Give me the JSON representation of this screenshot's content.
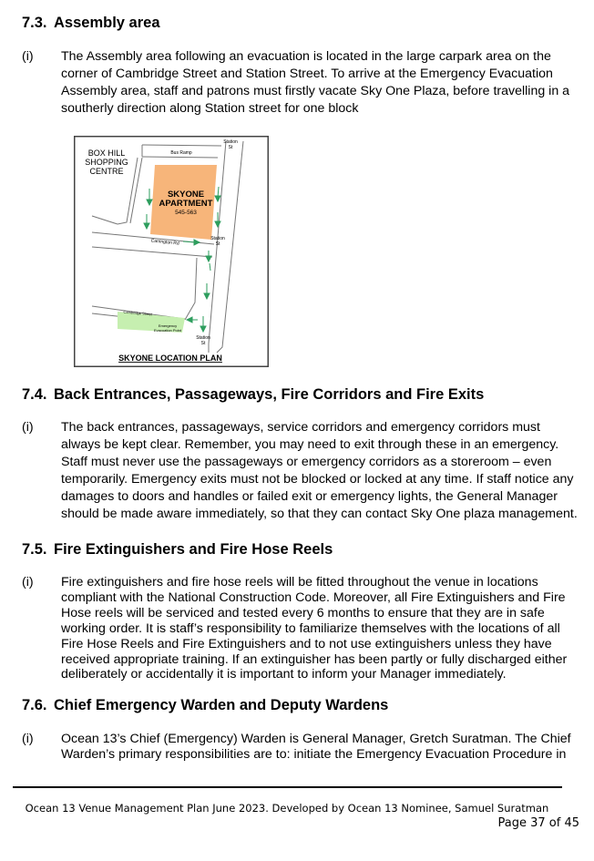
{
  "sections": [
    {
      "number": "7.3.",
      "title": "Assembly area",
      "items": [
        {
          "marker": "(i)",
          "text": "The Assembly area following an evacuation is located in the large carpark area on the corner of Cambridge Street and Station Street. To arrive at the Emergency Evacuation Assembly area, staff and patrons must firstly vacate Sky One Plaza, before travelling in a southerly direction along Station street for one block"
        }
      ]
    },
    {
      "number": "7.4.",
      "title": "Back Entrances, Passageways, Fire Corridors and Fire Exits",
      "items": [
        {
          "marker": "(i)",
          "text": "The back entrances, passageways, service corridors and emergency corridors must always be kept clear. Remember, you may need to exit through these in an emergency. Staff must never use the passageways or emergency corridors as a storeroom – even temporarily. Emergency exits must not be blocked or locked at any time. If staff notice any damages to doors and handles or failed exit or emergency lights, the General Manager should be made aware immediately, so that they can contact Sky One plaza management."
        }
      ]
    },
    {
      "number": "7.5.",
      "title": "Fire Extinguishers and Fire Hose Reels",
      "items": [
        {
          "marker": "(i)",
          "text": "Fire extinguishers and fire hose reels will be fitted throughout the venue in locations compliant with the National Construction Code. Moreover, all Fire Extinguishers and Fire Hose reels will be serviced and tested every 6 months to ensure that they are in safe working order. It is staff’s responsibility to familiarize themselves with the locations of all Fire Hose Reels and Fire Extinguishers and to not use extinguishers unless they have received appropriate training. If an extinguisher has been partly or fully discharged either deliberately or accidentally it is important to inform your Manager immediately."
        }
      ]
    },
    {
      "number": "7.6.",
      "title": "Chief Emergency Warden and Deputy Wardens",
      "items": [
        {
          "marker": "(i)",
          "text": "Ocean 13’s Chief (Emergency) Warden is General Manager, Gretch Suratman. The Chief Warden’s primary responsibilities are to: initiate the Emergency Evacuation Procedure in"
        }
      ]
    }
  ],
  "map": {
    "caption": "SKYONE LOCATION PLAN",
    "shopping_centre": [
      "BOX HILL",
      "SHOPPING",
      "CENTRE"
    ],
    "building": [
      "SKYONE",
      "APARTMENT",
      "545-563"
    ],
    "bus_ramp": "Bus Ramp",
    "station_st_top": [
      "Station",
      "St"
    ],
    "station_st_mid": [
      "Station",
      "St"
    ],
    "station_st_bottom": [
      "Station",
      "St"
    ],
    "carrington_rd": "Carrington Rd",
    "cambridge_street": "Cambridge Street",
    "evacuation_point": [
      "Emergency",
      "Evacuation Point"
    ],
    "colors": {
      "building": "#f7b57a",
      "evac_point": "#c6efb0",
      "arrow": "#2e9e5e"
    }
  },
  "footer": {
    "text": "Ocean 13 Venue Management Plan June 2023. Developed by Ocean 13 Nominee, Samuel Suratman",
    "page": "Page 37 of 45"
  }
}
